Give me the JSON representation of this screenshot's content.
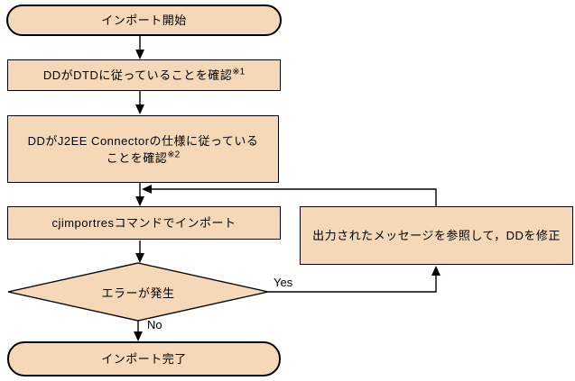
{
  "colors": {
    "shape_fill": "#F4D8B8",
    "shape_border": "#000000",
    "line": "#000000",
    "background": "#FFFFFF",
    "text": "#000000"
  },
  "flowchart": {
    "start": {
      "label": "インポート開始"
    },
    "check_dtd": {
      "label": "DDがDTDに従っていることを確認",
      "note_ref": "※1"
    },
    "check_j2ee": {
      "line1": "DDがJ2EE Connectorの仕様に従っている",
      "line2": "ことを確認",
      "note_ref": "※2"
    },
    "import_cmd": {
      "label": "cjimportresコマンドでインポート"
    },
    "decision": {
      "label": "エラーが発生",
      "yes": "Yes",
      "no": "No"
    },
    "fix_dd": {
      "label": "出力されたメッセージを参照して，DDを修正"
    },
    "end": {
      "label": "インポート完了"
    }
  }
}
